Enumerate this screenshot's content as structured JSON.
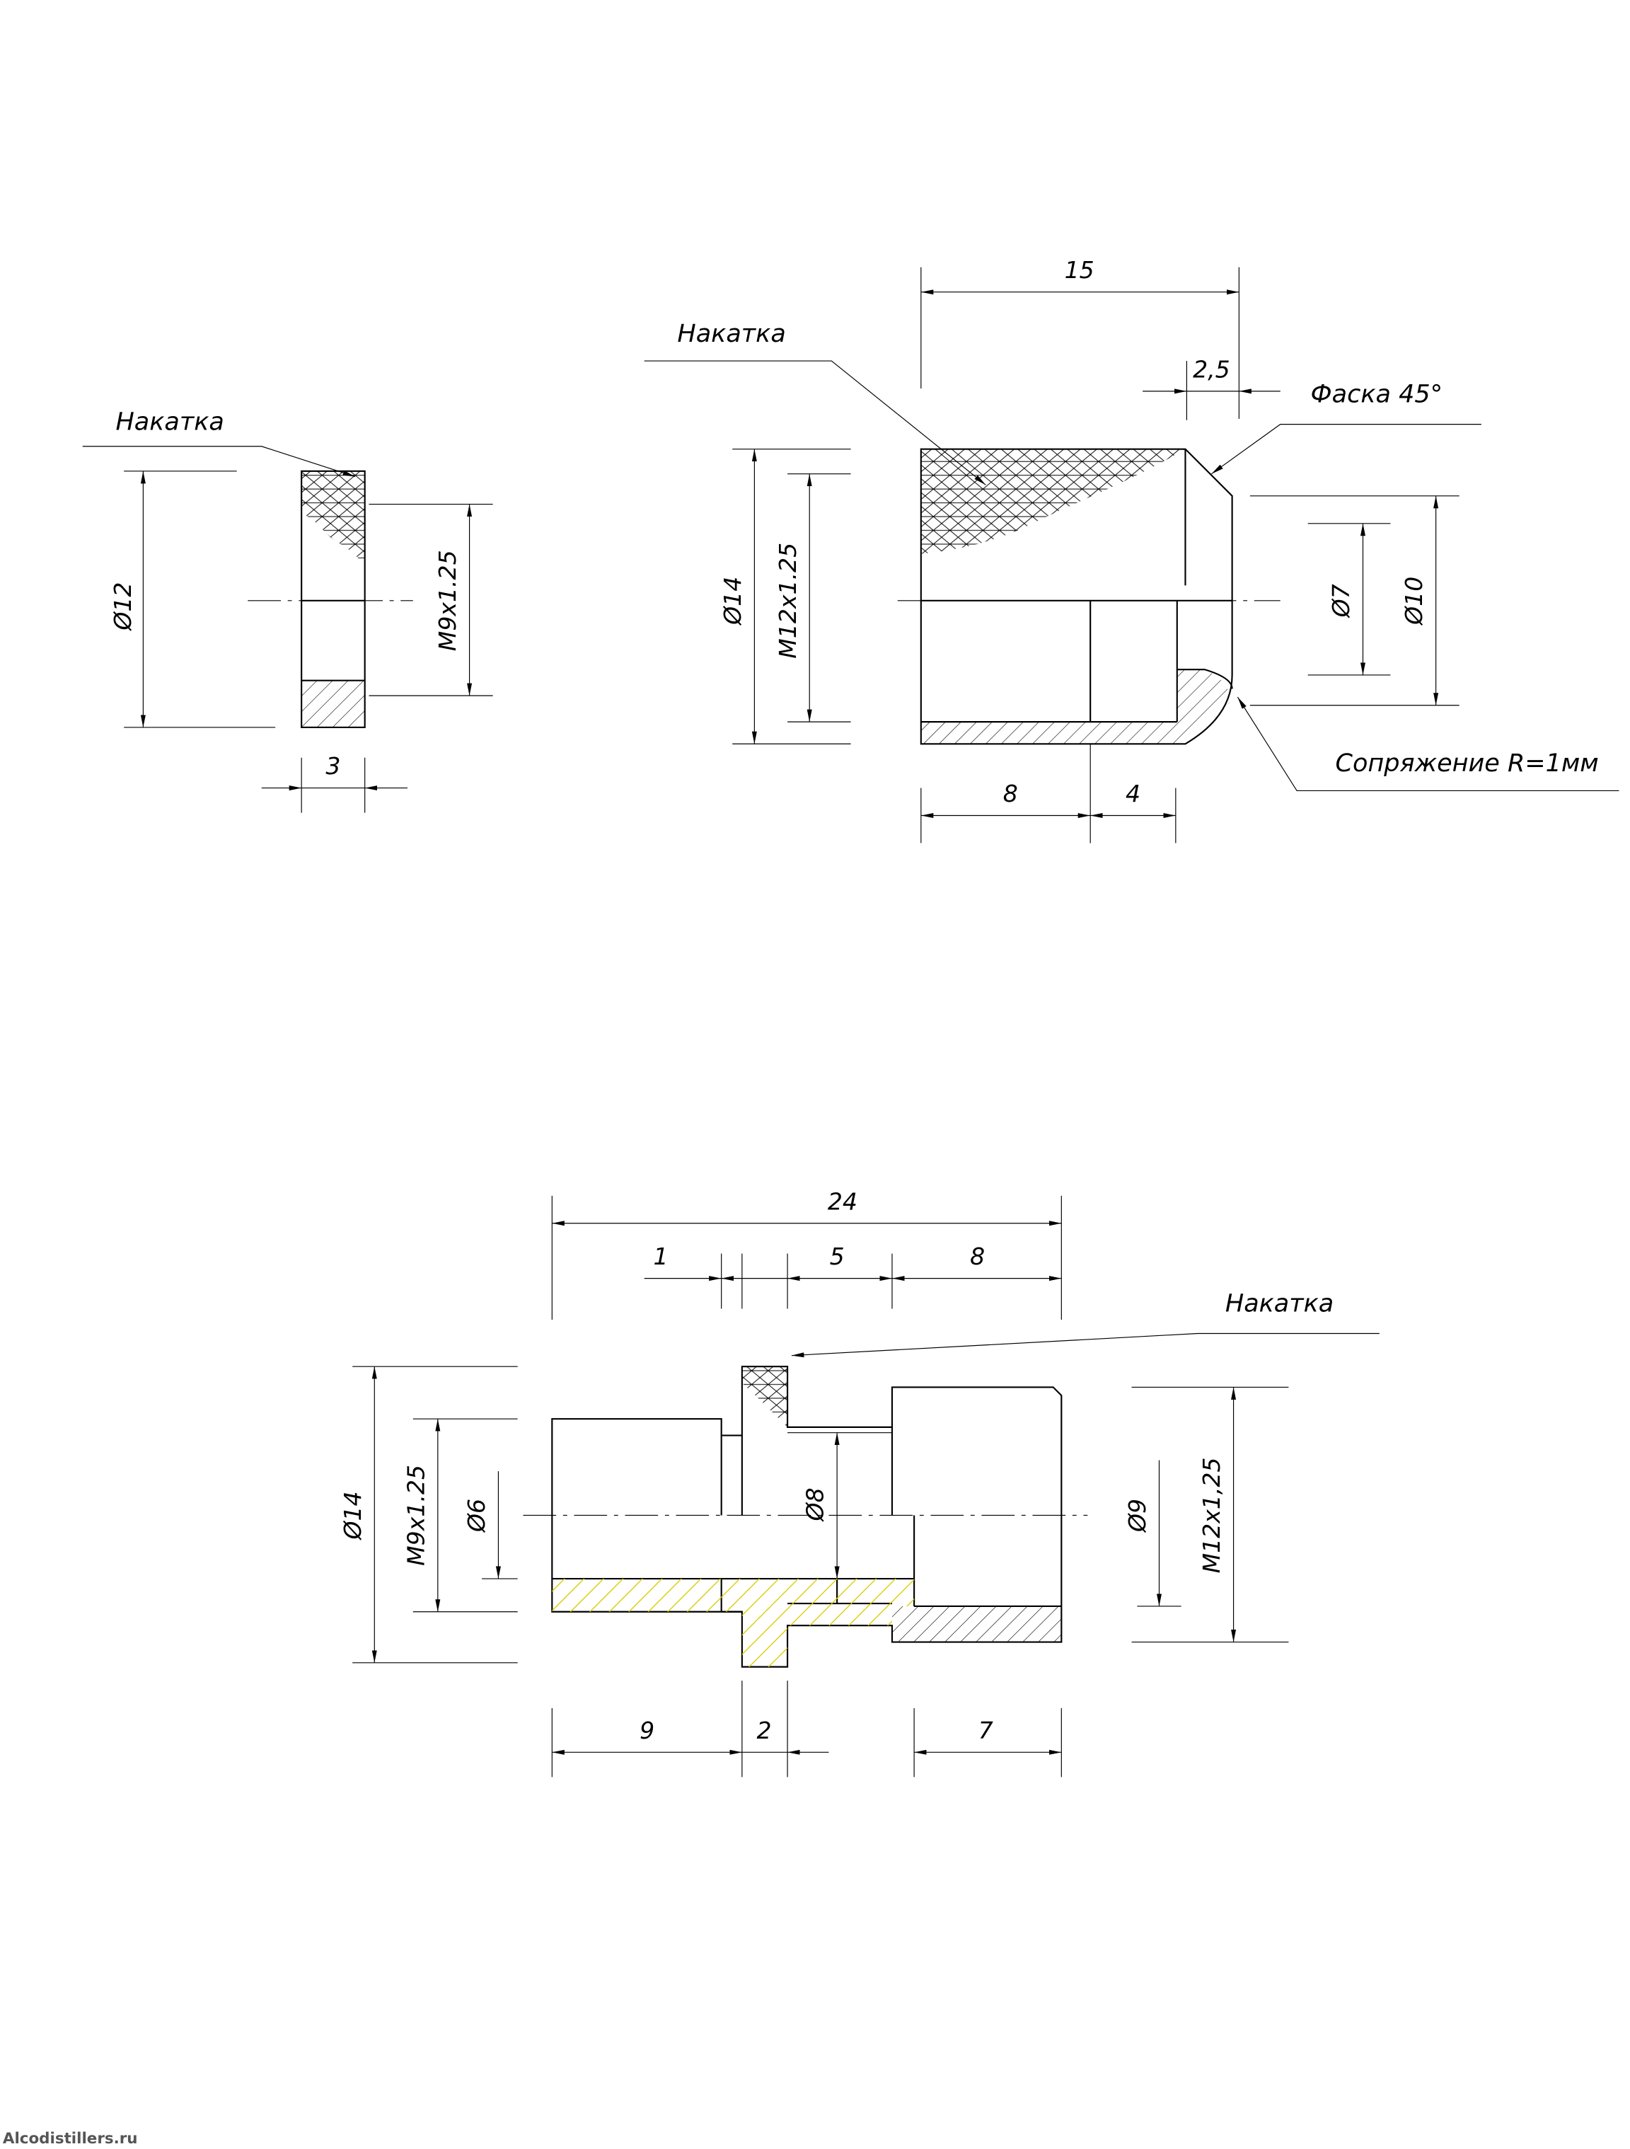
{
  "watermark": "Alcodistillers.ru",
  "part1": {
    "note": "Накатка",
    "dia_outer": "Ø12",
    "thread": "M9x1.25",
    "width": "3"
  },
  "part2": {
    "note_knurl": "Накатка",
    "note_chamfer": "Фаска 45°",
    "note_fillet": "Сопряжение R=1мм",
    "length_total": "15",
    "chamfer_len": "2,5",
    "dia_outer": "Ø14",
    "thread": "M12x1.25",
    "dia_hole": "Ø7",
    "dia_face": "Ø10",
    "len_thread": "8",
    "len_bore": "4"
  },
  "part3": {
    "note": "Накатка",
    "length_total": "24",
    "len_1": "1",
    "len_5": "5",
    "len_8": "8",
    "dia_outer": "Ø14",
    "thread_left": "M9x1.25",
    "dia_bore_left": "Ø6",
    "dia_mid": "Ø8",
    "dia_bore_right": "Ø9",
    "thread_right": "M12x1,25",
    "len_9": "9",
    "len_2": "2",
    "len_7": "7"
  }
}
